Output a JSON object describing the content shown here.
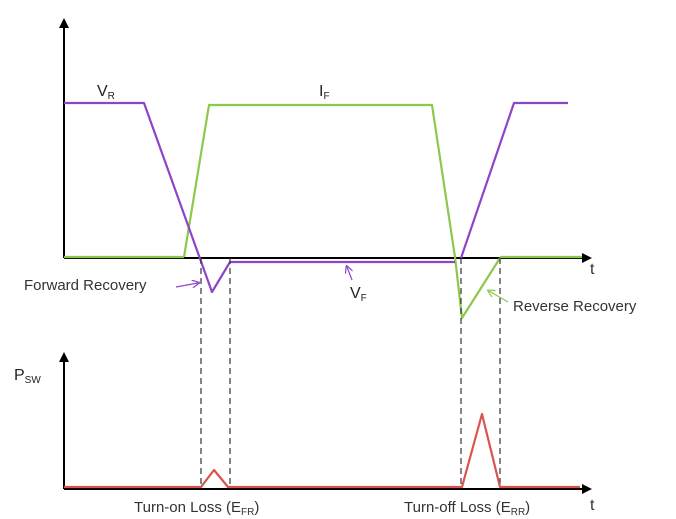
{
  "upper_plot": {
    "axis_label_t": "t",
    "vr": {
      "main": "V",
      "sub": "R"
    },
    "if": {
      "main": "I",
      "sub": "F"
    },
    "vf": {
      "main": "V",
      "sub": "F"
    },
    "forward_recovery": "Forward Recovery",
    "reverse_recovery": "Reverse Recovery"
  },
  "lower_plot": {
    "axis_label_t": "t",
    "psw": {
      "main": "P",
      "sub": "SW"
    },
    "turn_on": {
      "prefix": "Turn-on Loss (E",
      "sub": "FR",
      "suffix": ")"
    },
    "turn_off": {
      "prefix": "Turn-off Loss (E",
      "sub": "RR",
      "suffix": ")"
    }
  },
  "colors": {
    "voltage": "#8e44c8",
    "current": "#8cc84b",
    "power": "#d9534f",
    "axis": "#000000",
    "dashed": "#333333"
  }
}
